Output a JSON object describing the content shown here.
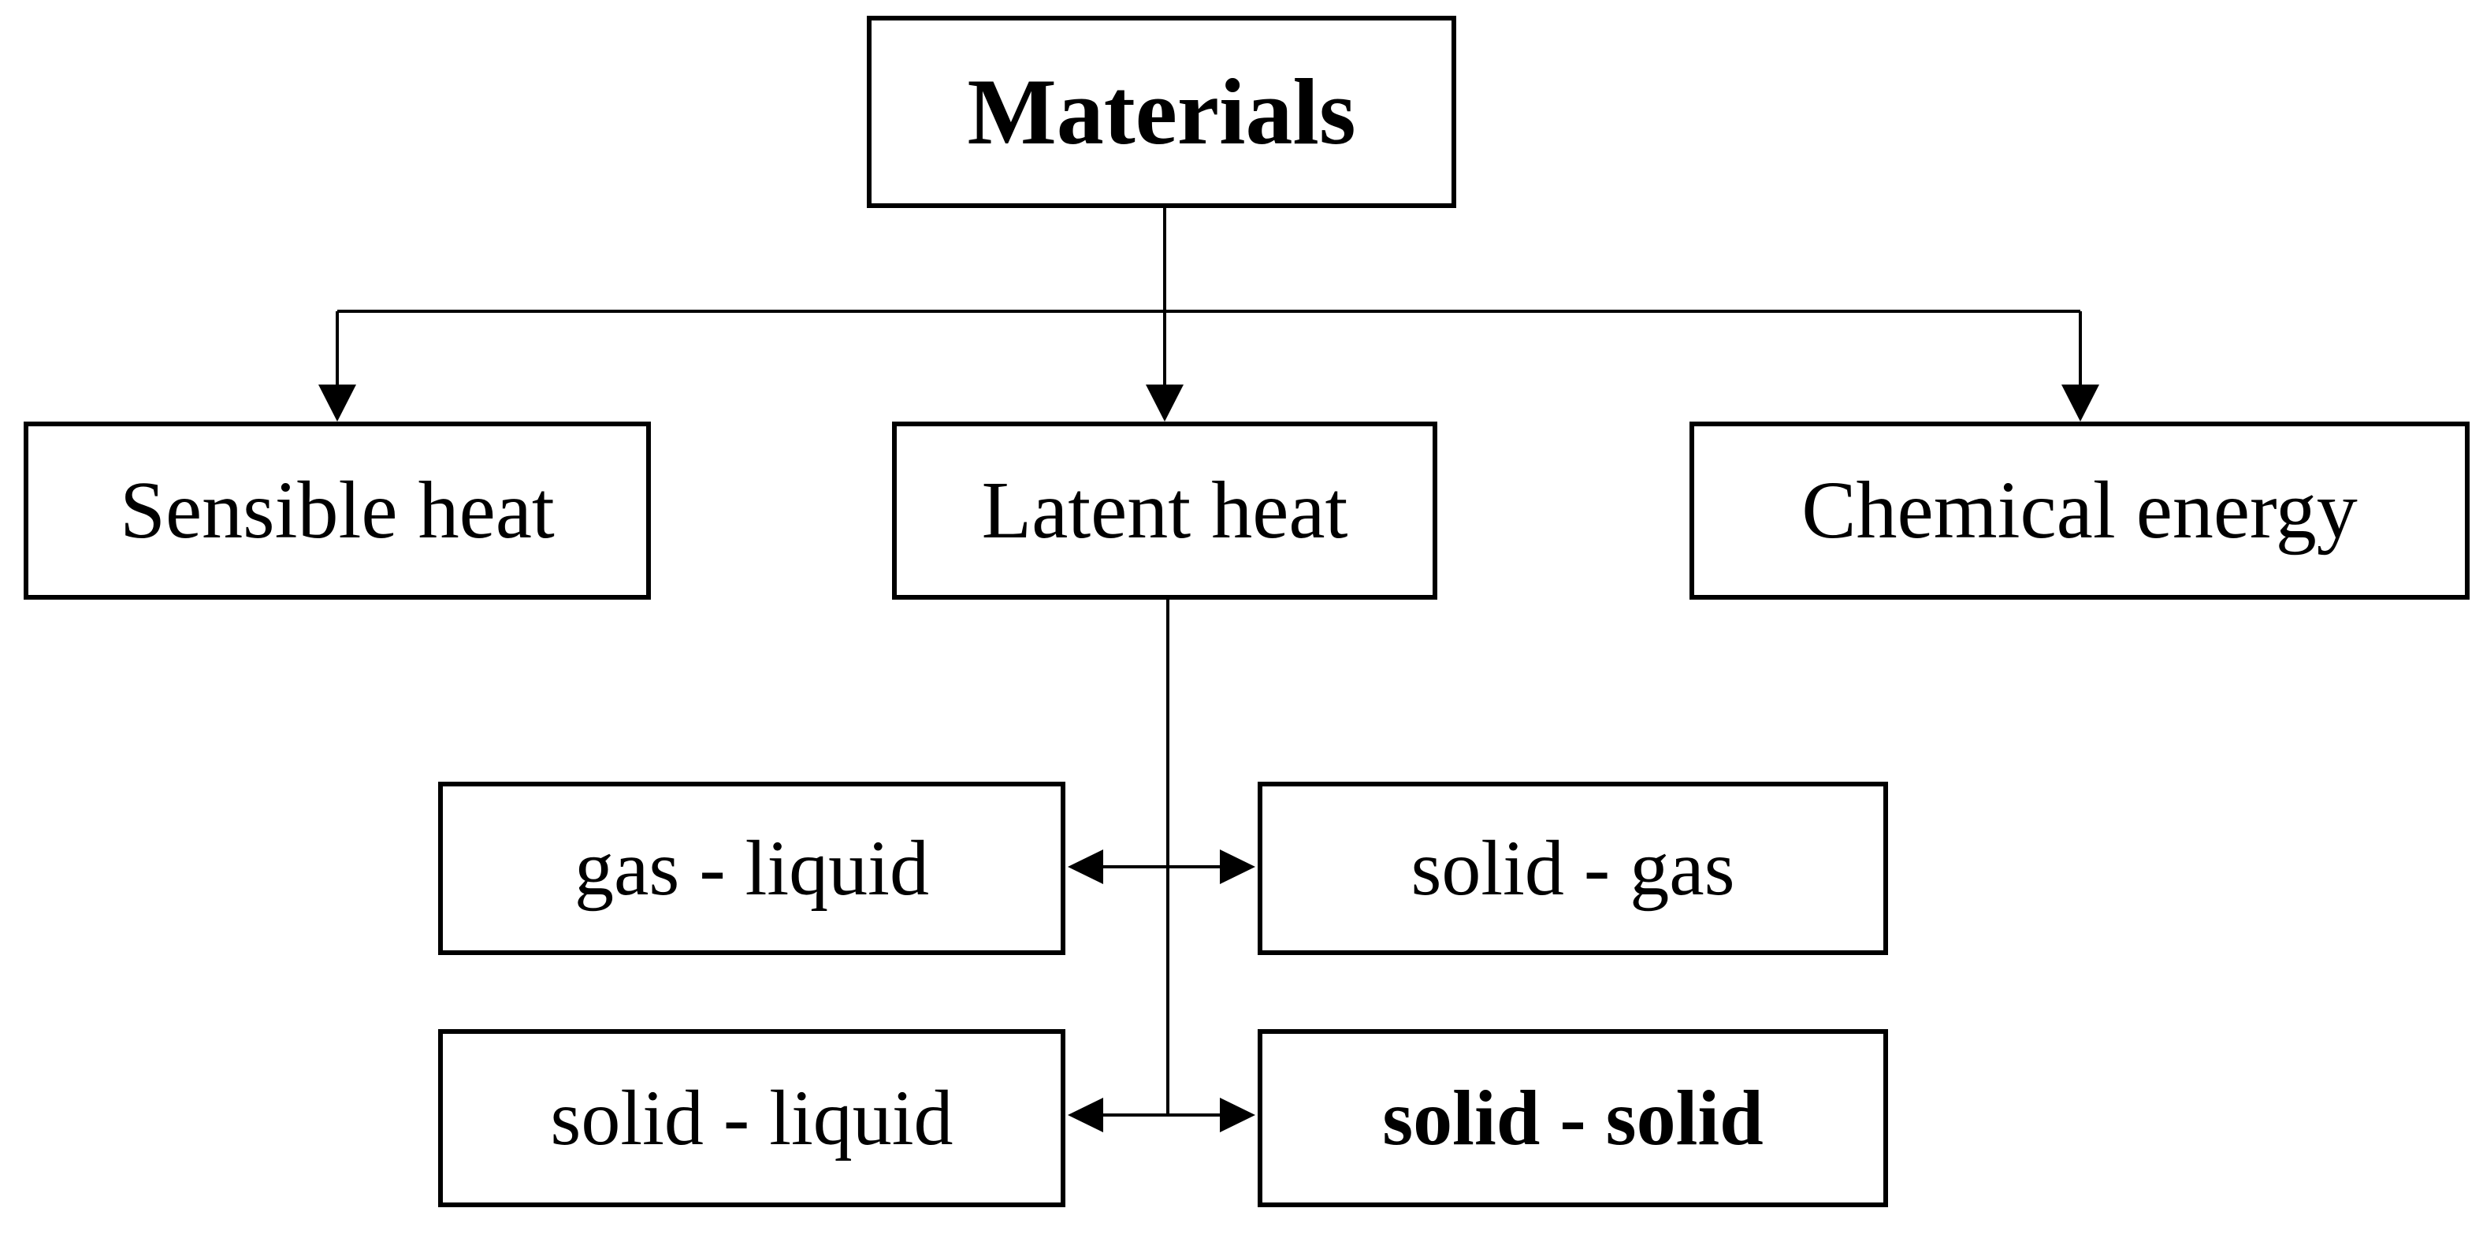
{
  "root": {
    "label": "Materials"
  },
  "categories": [
    {
      "id": "sensible",
      "label": "Sensible heat"
    },
    {
      "id": "latent",
      "label": "Latent heat"
    },
    {
      "id": "chemical",
      "label": "Chemical energy"
    }
  ],
  "phase_changes": [
    {
      "id": "gas-liquid",
      "label": "gas - liquid"
    },
    {
      "id": "solid-gas",
      "label": "solid - gas"
    },
    {
      "id": "solid-liquid",
      "label": "solid - liquid"
    },
    {
      "id": "solid-solid",
      "label": "solid - solid",
      "emphasis": "bold"
    }
  ],
  "colors": {
    "stroke": "#000000",
    "background": "#ffffff"
  }
}
